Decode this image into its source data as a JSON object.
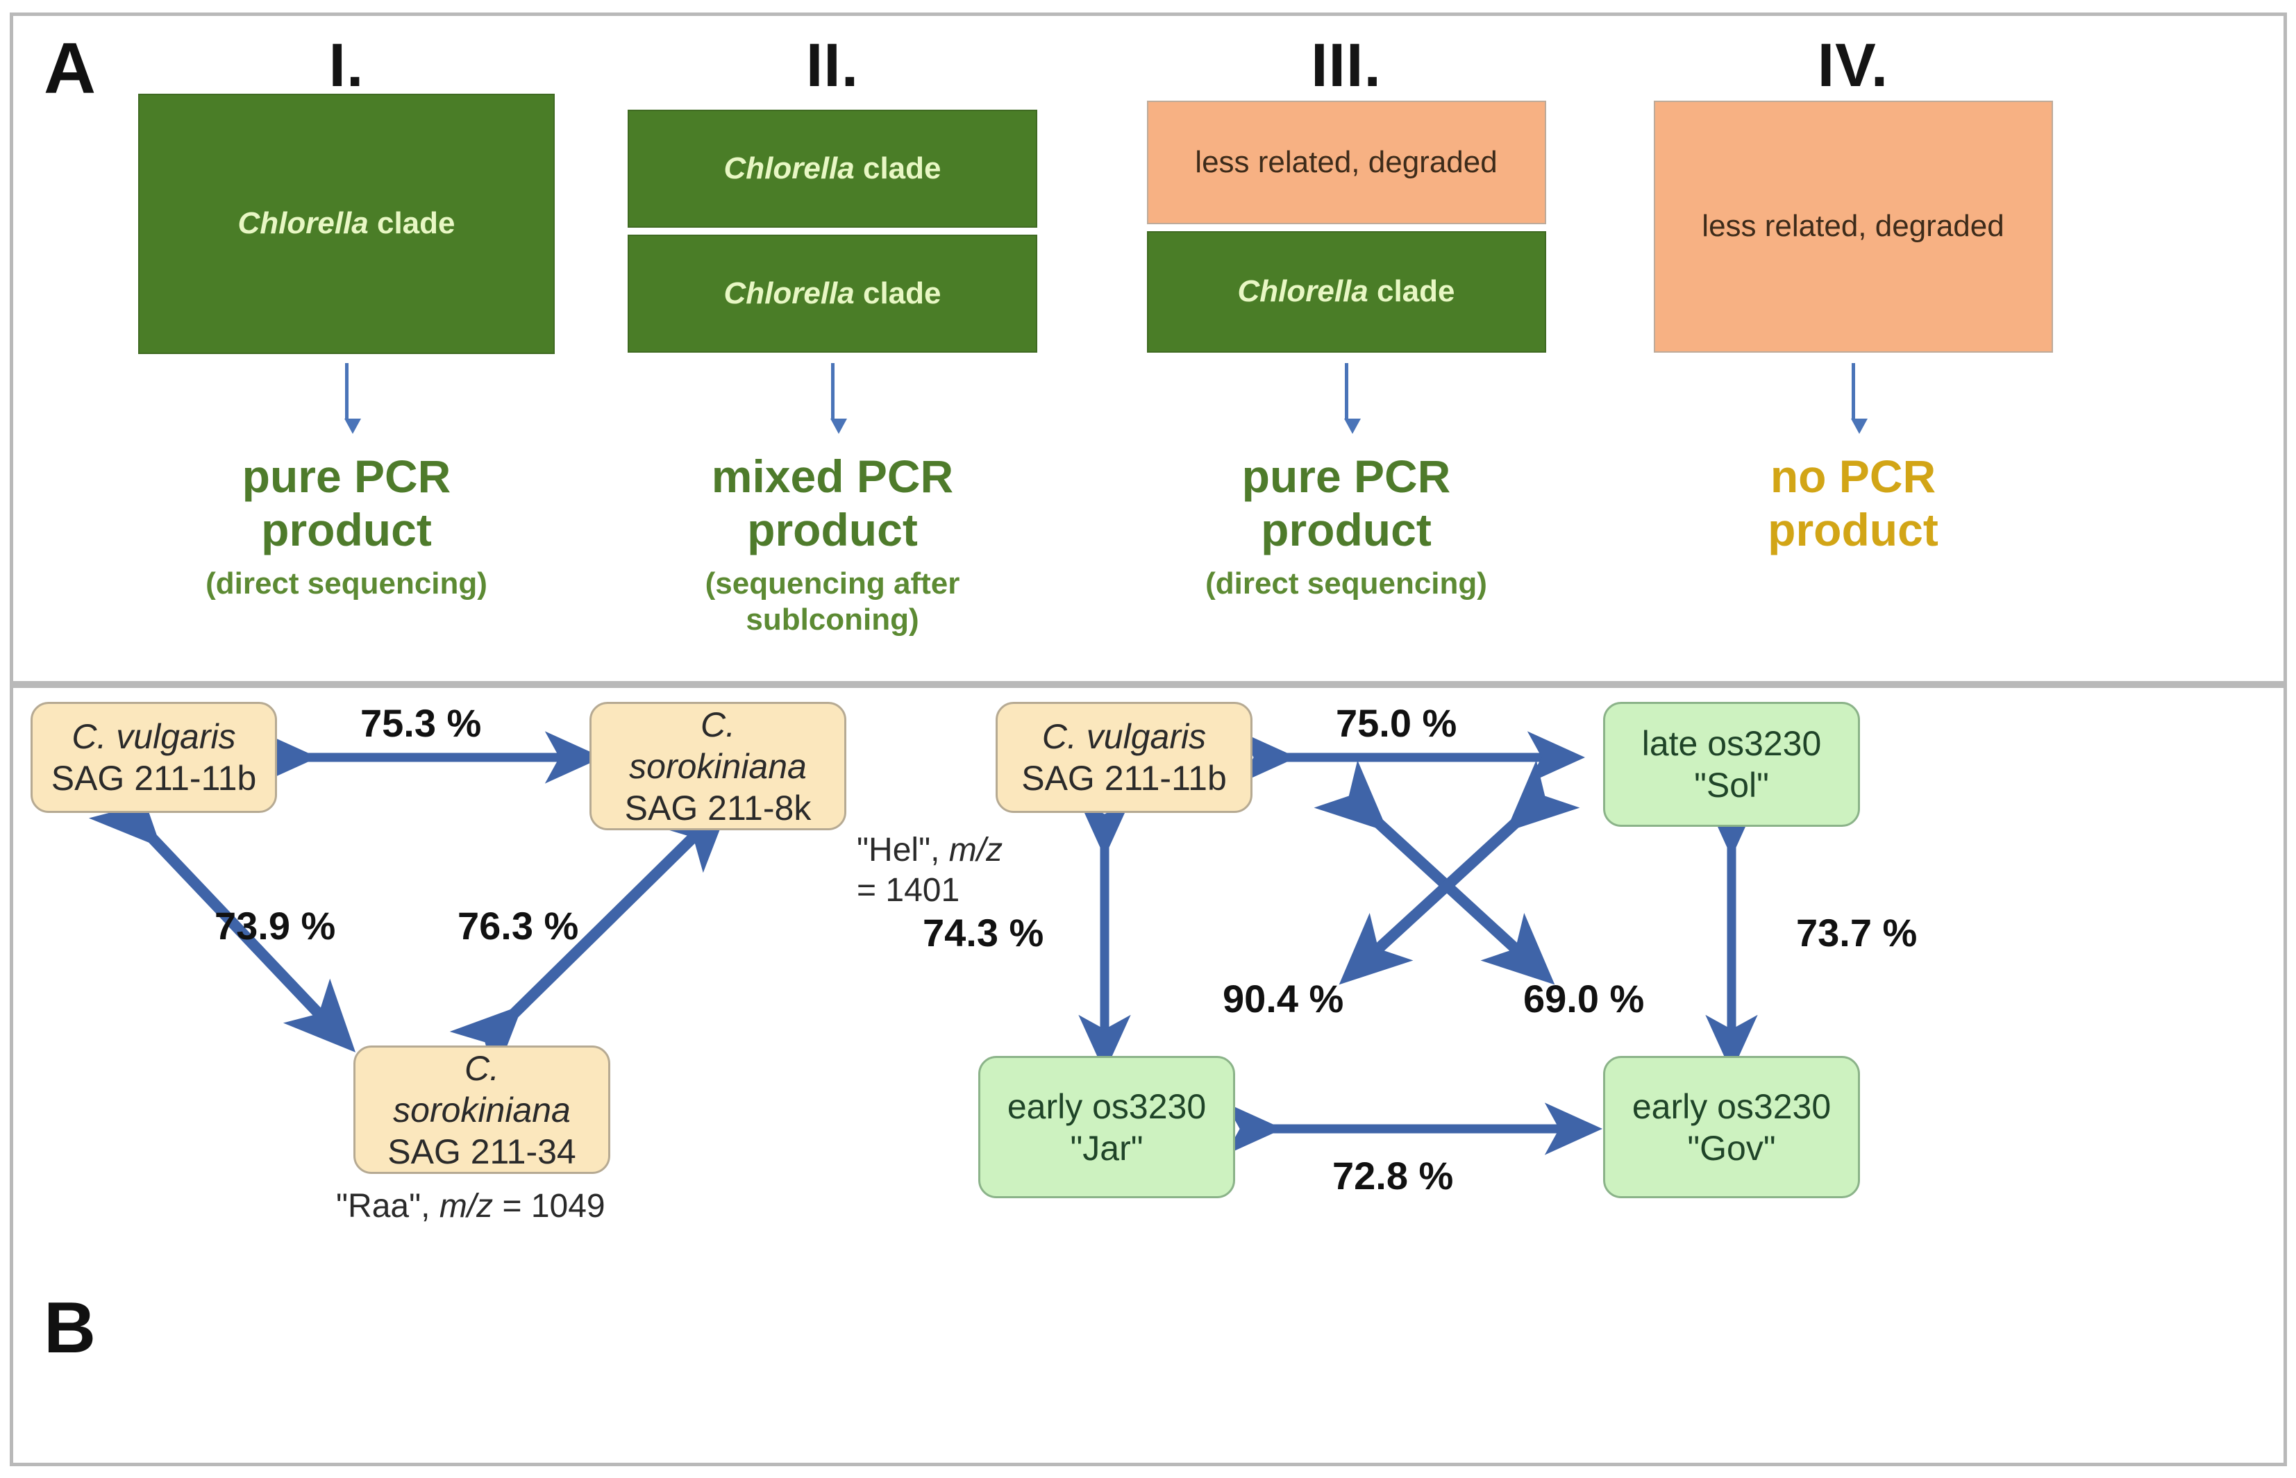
{
  "figure": {
    "panels": [
      {
        "letter": "A"
      },
      {
        "letter": "B"
      }
    ]
  },
  "panel_a": {
    "letter": "A",
    "columns": [
      {
        "roman": "I.",
        "bands": [
          {
            "kind": "green",
            "emph": "Chlorella",
            "rest": " clade"
          }
        ],
        "outcome_main_line1": "pure PCR",
        "outcome_main_line2": "product",
        "outcome_sub_line1": "(direct sequencing)",
        "outcome_sub_line2": "",
        "outcome_color": "green"
      },
      {
        "roman": "II.",
        "bands": [
          {
            "kind": "green",
            "emph": "Chlorella",
            "rest": " clade"
          },
          {
            "kind": "green",
            "emph": "Chlorella",
            "rest": " clade"
          }
        ],
        "outcome_main_line1": "mixed PCR",
        "outcome_main_line2": "product",
        "outcome_sub_line1": "(sequencing after",
        "outcome_sub_line2": "sublconing)",
        "outcome_color": "green"
      },
      {
        "roman": "III.",
        "bands": [
          {
            "kind": "orange",
            "emph": "",
            "rest": "less related, degraded"
          },
          {
            "kind": "green",
            "emph": "Chlorella",
            "rest": " clade"
          }
        ],
        "outcome_main_line1": "pure PCR",
        "outcome_main_line2": "product",
        "outcome_sub_line1": "(direct sequencing)",
        "outcome_sub_line2": "",
        "outcome_color": "green"
      },
      {
        "roman": "IV.",
        "bands": [
          {
            "kind": "orange",
            "emph": "",
            "rest": "less related, degraded"
          }
        ],
        "outcome_main_line1": "no PCR",
        "outcome_main_line2": "product",
        "outcome_sub_line1": "",
        "outcome_sub_line2": "",
        "outcome_color": "amber"
      }
    ]
  },
  "panel_b": {
    "letter": "B",
    "left_group": {
      "nodes": [
        {
          "id": "cv-11b",
          "kind": "cream",
          "line1_it": "C. vulgaris",
          "line2": "SAG 211-11b",
          "line3": ""
        },
        {
          "id": "cs-8k",
          "kind": "cream",
          "line1_it": "C.",
          "line2_it": "sorokiniana",
          "line3": "SAG 211-8k"
        },
        {
          "id": "cs-34",
          "kind": "cream",
          "line1_it": "C.",
          "line2_it": "sorokiniana",
          "line3": "SAG 211-34"
        }
      ],
      "annotations": [
        {
          "id": "hel",
          "quoted": "\"Hel\", ",
          "italic": "m/z",
          "tail": " = 1401"
        },
        {
          "id": "raa",
          "quoted": "\"Raa\", ",
          "italic": "m/z",
          "tail": " = 1049"
        }
      ],
      "percentages": [
        {
          "id": "cv11b-cs8k",
          "value": "75.3 %"
        },
        {
          "id": "cv11b-cs34",
          "value": "73.9 %"
        },
        {
          "id": "cs34-cs8k",
          "value": "76.3 %"
        }
      ]
    },
    "right_group": {
      "nodes": [
        {
          "id": "cv-11b-r",
          "kind": "cream",
          "line1_it": "C. vulgaris",
          "line2": "SAG 211-11b",
          "line3": ""
        },
        {
          "id": "late-sol",
          "kind": "mint",
          "line1": "late os3230",
          "line2": "\"Sol\"",
          "line3": ""
        },
        {
          "id": "early-jar",
          "kind": "mint",
          "line1": "early os3230",
          "line2": "\"Jar\"",
          "line3": ""
        },
        {
          "id": "early-gov",
          "kind": "mint",
          "line1": "early os3230",
          "line2": "\"Gov\"",
          "line3": ""
        }
      ],
      "percentages": [
        {
          "id": "cv-sol",
          "value": "75.0 %"
        },
        {
          "id": "cv-jar",
          "value": "74.3 %"
        },
        {
          "id": "cv-gov",
          "value": "90.4 %"
        },
        {
          "id": "sol-jar",
          "value": "69.0 %"
        },
        {
          "id": "sol-gov",
          "value": "73.7 %"
        },
        {
          "id": "jar-gov",
          "value": "72.8 %"
        }
      ]
    }
  },
  "colors": {
    "green_band": "#4a7d27",
    "green_band_text": "#e8f7c4",
    "orange_band": "#f7b183",
    "cream_node": "#fbe7bd",
    "mint_node": "#cdf2c0",
    "arrow_blue": "#4a74b8",
    "edge_blue": "#3f64a8",
    "outcome_green": "#4e7b2b",
    "outcome_amber": "#d2a516",
    "panel_border": "#b9b9b9"
  }
}
